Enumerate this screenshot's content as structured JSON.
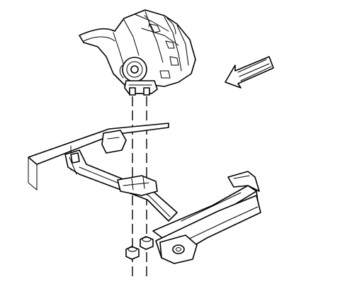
{
  "diagram": {
    "kind": "exploded-view-line-drawing",
    "components": [
      "transmission-case",
      "transmission-mount",
      "mount-studs",
      "crossmember",
      "frame-rail",
      "mount-nuts",
      "direction-arrow"
    ],
    "colors": {
      "line": "#000000",
      "background": "#ffffff"
    }
  }
}
